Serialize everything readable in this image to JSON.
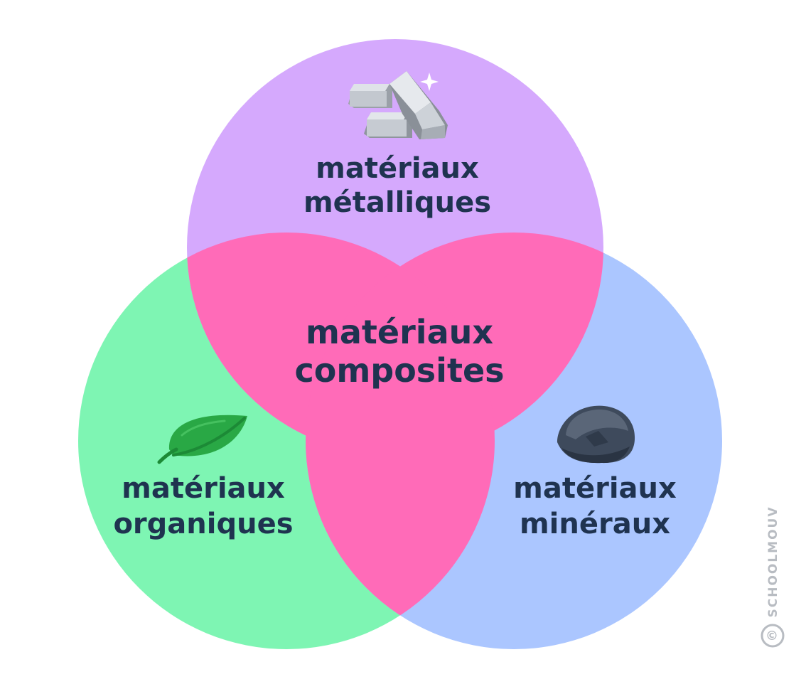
{
  "diagram": {
    "type": "venn",
    "colors": {
      "metallic": "#d5a9fd",
      "organic": "#7ef5b3",
      "mineral": "#abc6ff",
      "overlap": "#ff6bb8",
      "text": "#1f3350"
    },
    "sets": {
      "metallic": {
        "line1": "matériaux",
        "line2": "métalliques",
        "icon": "metal-bars-icon"
      },
      "organic": {
        "line1": "matériaux",
        "line2": "organiques",
        "icon": "leaf-icon"
      },
      "mineral": {
        "line1": "matériaux",
        "line2": "minéraux",
        "icon": "rock-icon"
      }
    },
    "intersection": {
      "line1": "matériaux",
      "line2": "composites"
    }
  },
  "watermark": {
    "text": "SCHOOLMOUV",
    "symbol": "©"
  }
}
